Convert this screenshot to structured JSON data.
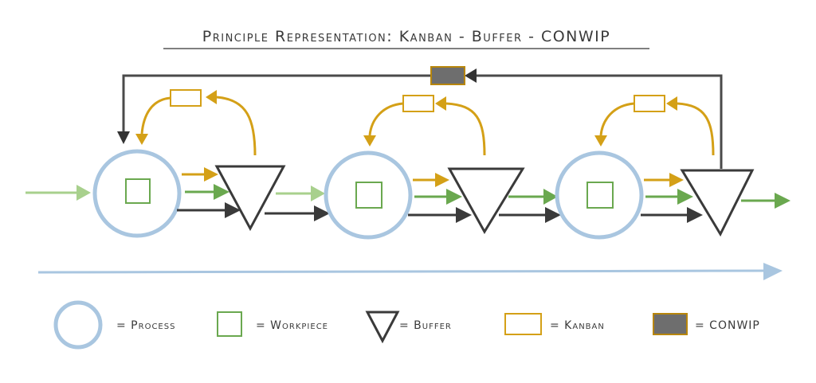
{
  "title": "Principle Representation: Kanban - Buffer - CONWIP",
  "legend": {
    "process": "= Process",
    "workpiece": "= Workpiece",
    "buffer": "=  Buffer",
    "kanban": "= Kanban",
    "conwip": "= CONWIP"
  },
  "colors": {
    "process": "#a9c6e0",
    "workpiece": "#6aa84f",
    "buffer": "#3a3a3a",
    "kanban": "#d4a017",
    "conwip": "#6e6e6e",
    "timeline": "#a9c6e0"
  }
}
